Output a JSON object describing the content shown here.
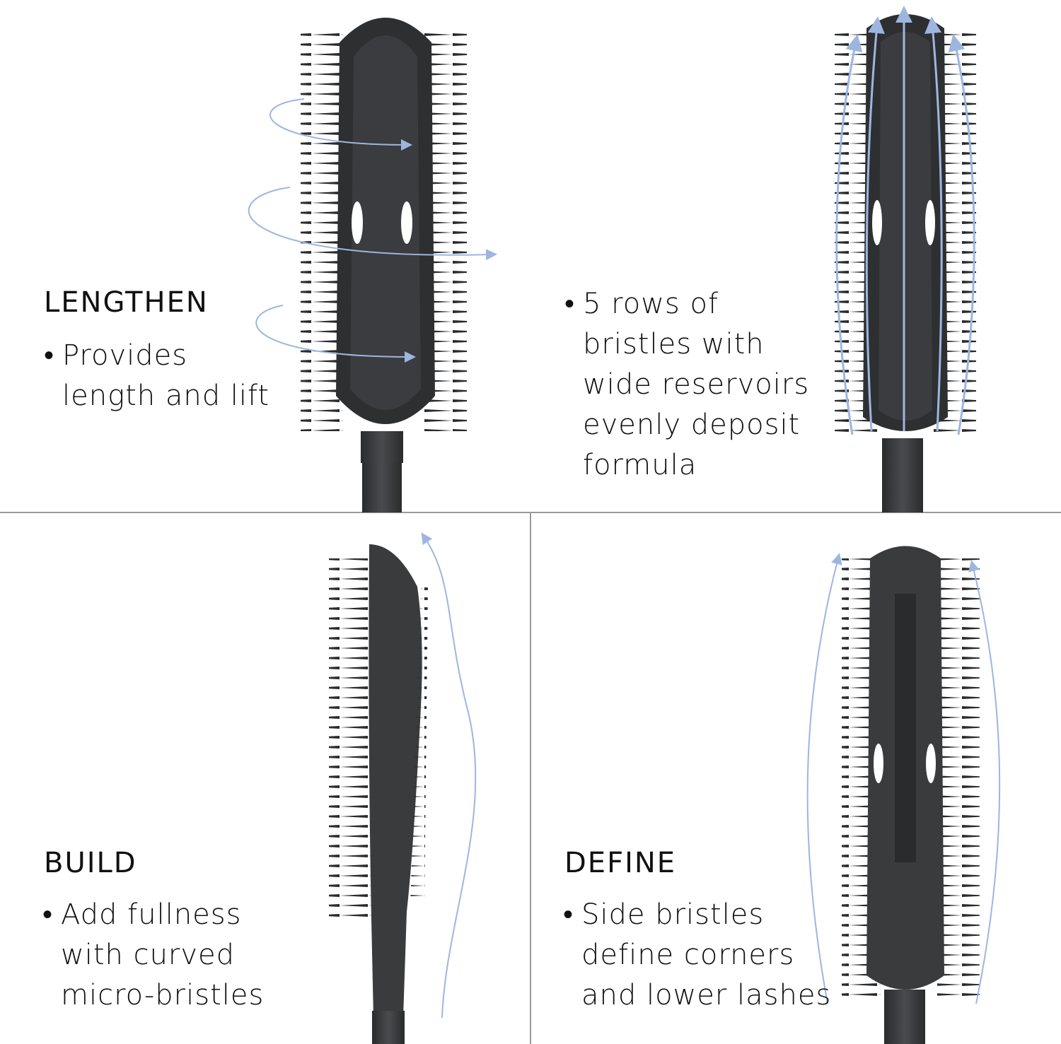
{
  "panels": [
    {
      "id": "lengthen",
      "heading": "LENGTHEN",
      "bullet_marker": "•",
      "bullet_lines": [
        "Provides",
        "length and lift"
      ]
    },
    {
      "id": "reservoirs",
      "heading": "",
      "bullet_marker": "•",
      "bullet_lines": [
        "5 rows of",
        "bristles with",
        "wide reservoirs",
        "evenly deposit",
        "formula"
      ]
    },
    {
      "id": "build",
      "heading": "BUILD",
      "bullet_marker": "•",
      "bullet_lines": [
        "Add fullness",
        "with curved",
        "micro-bristles"
      ]
    },
    {
      "id": "define",
      "heading": "DEFINE",
      "bullet_marker": "•",
      "bullet_lines": [
        "Side bristles",
        "define corners",
        "and lower lashes"
      ]
    }
  ],
  "colors": {
    "brush": "#3a3b3d",
    "brush_dark": "#1e1f21",
    "bristle": "#2a2b2d",
    "arrow": "#9db6e0",
    "divider": "#9a9a9a",
    "text": "#111111"
  }
}
